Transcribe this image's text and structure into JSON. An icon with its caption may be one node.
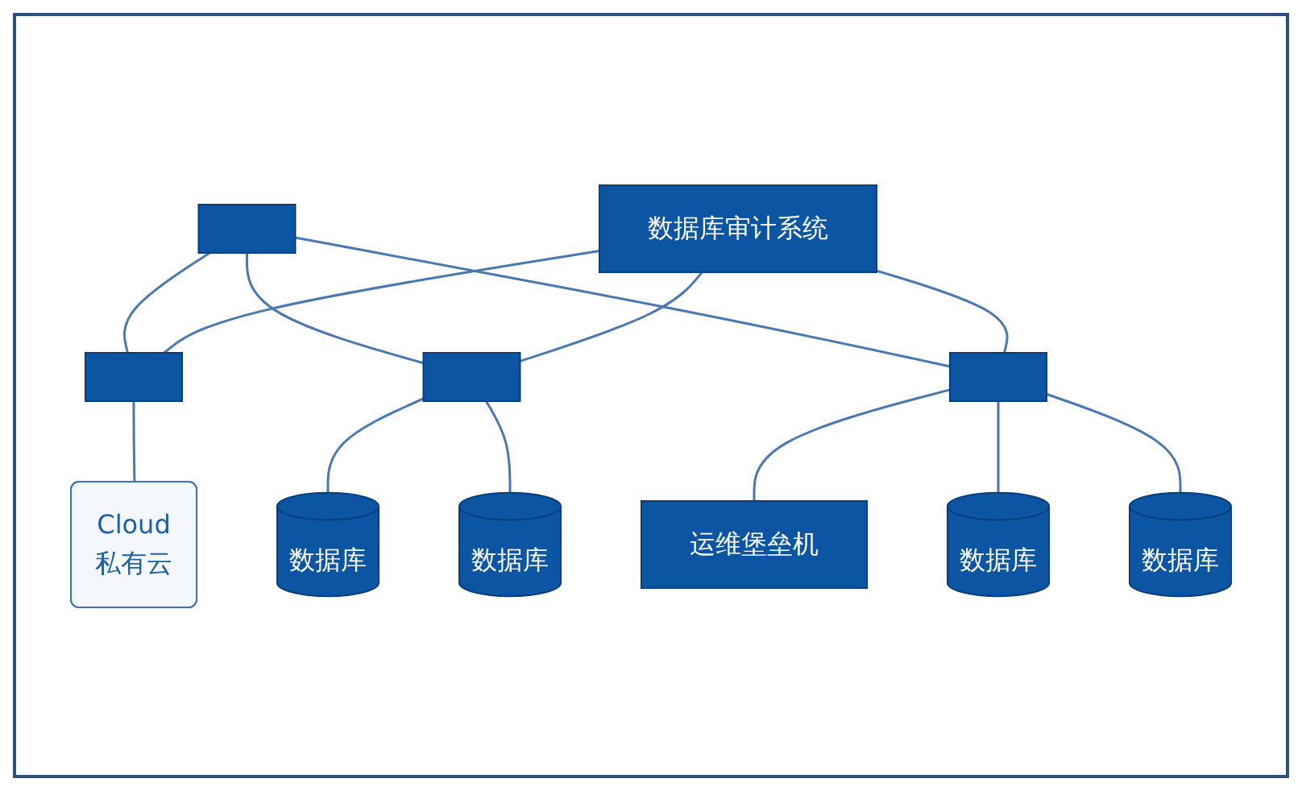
{
  "diagram": {
    "nodes": [
      {
        "text": [],
        "shape": "box"
      },
      {
        "text": [
          "数据库审计系统"
        ]
      },
      {
        "text": [],
        "shape": "box"
      },
      {
        "text": [],
        "shape": "box"
      },
      {
        "text": [],
        "shape": "box"
      },
      {
        "text": [
          "运维堡垒机"
        ]
      },
      {
        "text": [
          "Cloud",
          "私有云"
        ]
      },
      {
        "text": [
          "数据库"
        ]
      },
      {
        "text": [
          "数据库"
        ]
      },
      {
        "text": [
          "数据库"
        ]
      },
      {
        "text": [
          "数据库"
        ]
      }
    ],
    "edges": [
      {
        "from": 0,
        "to": 2,
        "arrow": "none"
      },
      {
        "from": 0,
        "to": 3,
        "arrow": "none"
      },
      {
        "from": 0,
        "to": 4,
        "arrow": "none"
      },
      {
        "from": 1,
        "to": 2,
        "arrow": "none"
      },
      {
        "from": 1,
        "to": 3,
        "arrow": "none"
      },
      {
        "from": 1,
        "to": 4,
        "arrow": "none"
      },
      {
        "from": 4,
        "to": 5,
        "arrow": "none"
      },
      {
        "from": 2,
        "to": 6,
        "arrow": "none"
      },
      {
        "from": 3,
        "to": 7,
        "arrow": "none"
      },
      {
        "from": 3,
        "to": 8,
        "arrow": "none"
      },
      {
        "from": 4,
        "to": 9,
        "arrow": "none"
      },
      {
        "from": 4,
        "to": 10,
        "arrow": "none"
      }
    ]
  }
}
